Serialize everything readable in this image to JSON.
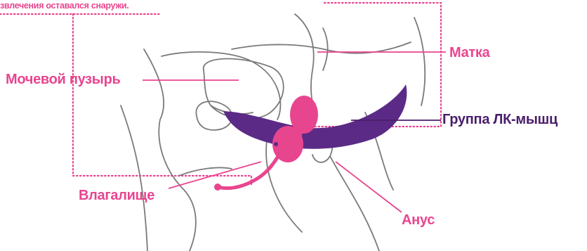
{
  "labels": {
    "top_caption": "звлечения оставался снаружи.",
    "bladder": "Мочевой пузырь",
    "uterus": "Матка",
    "pc_muscles": "Группа ЛК-мышц",
    "vagina": "Влагалище",
    "anus": "Анус"
  },
  "colors": {
    "accent_pink": "#E8458F",
    "muscle_purple": "#5B2A86",
    "label_purple": "#4A1E6B",
    "outline_gray": "#777777"
  }
}
